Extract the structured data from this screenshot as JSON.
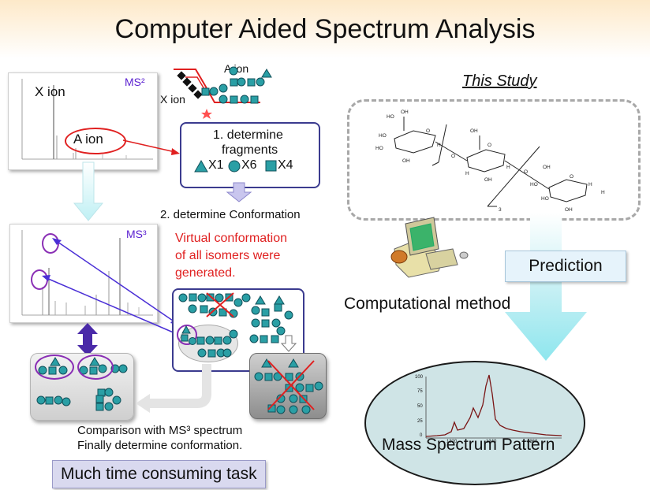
{
  "title": "Computer Aided Spectrum Analysis",
  "ms2": {
    "label": "MS²",
    "x_ion": "X ion",
    "a_ion": "A ion"
  },
  "frag": {
    "a_ion": "A ion",
    "x_ion": "X ion"
  },
  "step1": {
    "line1": "1. determine",
    "line2": "fragments",
    "x1": "X1",
    "x6": "X6",
    "x4": "X4"
  },
  "step2": "2. determine Conformation",
  "ms3": {
    "label": "MS³"
  },
  "virtual": {
    "line1": "Virtual conformation",
    "line2": "of all isomers were",
    "line3": "generated."
  },
  "comparison": {
    "line1": "Comparison with MS³ spectrum",
    "line2": "Finally determine conformation."
  },
  "time_task": "Much time consuming task",
  "this_study": "This Study",
  "prediction": "Prediction",
  "computational": "Computational method",
  "mass_pattern": "Mass Spectrum Pattern",
  "predicted_spectrum": {
    "y_ticks": [
      "100",
      "75",
      "50",
      "25",
      "0"
    ],
    "x_ticks": [
      "1320",
      "1340",
      "1360"
    ]
  },
  "colors": {
    "glycan_fill": "#2a9fa5",
    "glycan_stroke": "#10505a",
    "arrow_red": "#e02020",
    "arrow_blue": "#4a2fd6",
    "ellipse_fill": "#cfe4e6"
  }
}
